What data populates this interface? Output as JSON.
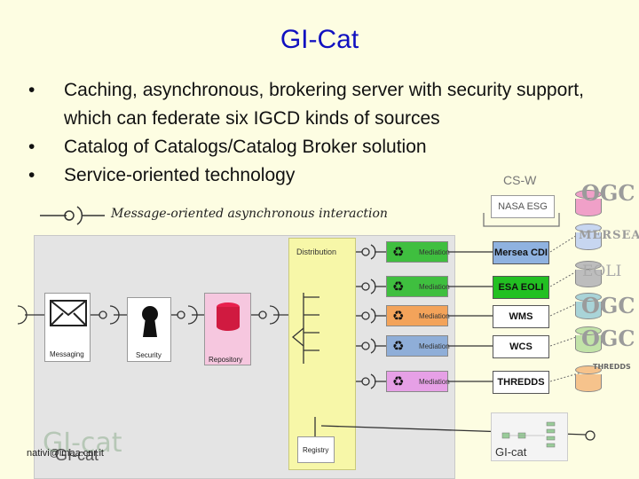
{
  "title": "GI-Cat",
  "bullets": [
    "Caching, asynchronous, brokering server with security support, which can federate six IGCD kinds of sources",
    "Catalog of Catalogs/Catalog Broker solution",
    "Service-oriented technology"
  ],
  "message_label": "Message-oriented asynchronous interaction",
  "components": {
    "messaging": "Messaging",
    "security": "Security",
    "repository": "Repository",
    "distribution": "Distribution",
    "registry": "Registry",
    "mediation": "Mediation"
  },
  "sources": {
    "csw": "CS-W",
    "nasa": "NASA ESG",
    "mersea": "Mersea CDI",
    "esa": "ESA EOLI",
    "wms": "WMS",
    "wcs": "WCS",
    "thredds": "THREDDS"
  },
  "logos": {
    "ogc": "OGC",
    "mersea": "MERSEA",
    "eoli": "EOLI",
    "thredds": "THREDDS"
  },
  "footer": {
    "email": "nativi@imaa.cnr.it",
    "gicat_logo": "GI-cat",
    "gicat_logo_small": "GI-cat"
  },
  "colors": {
    "title": "#1010c0",
    "background": "#fdfde2",
    "mediation_green": "#3fbf3f",
    "mediation_orange": "#f3a35a",
    "mediation_blue": "#8faed8",
    "mediation_pink": "#e6a0e6",
    "repository_pink": "#f0a0c8"
  }
}
